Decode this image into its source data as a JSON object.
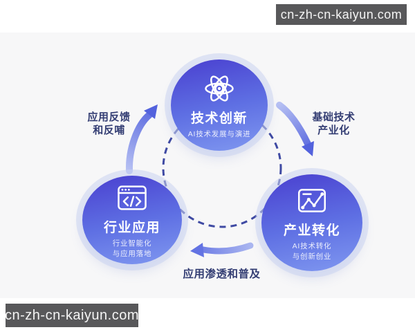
{
  "watermark": {
    "text": "cn-zh-cn-kaiyun.com"
  },
  "nodes": [
    {
      "title": "技术创新",
      "subtitle": "AI技术发展与演进",
      "icon": "atom-icon"
    },
    {
      "title": "行业应用",
      "subtitle_line1": "行业智能化",
      "subtitle_line2": "与应用落地",
      "icon": "browser-code-icon"
    },
    {
      "title": "产业转化",
      "subtitle_line1": "AI技术转化",
      "subtitle_line2": "与创新创业",
      "icon": "line-chart-icon"
    }
  ],
  "edges": [
    {
      "from": "行业应用",
      "to": "技术创新",
      "label_line1": "应用反馈",
      "label_line2": "和反哺"
    },
    {
      "from": "技术创新",
      "to": "产业转化",
      "label_line1": "基础技术",
      "label_line2": "产业化"
    },
    {
      "from": "产业转化",
      "to": "行业应用",
      "label": "应用渗透和普及"
    }
  ],
  "colors": {
    "node_gradient_top": "#4b43d1",
    "node_gradient_bottom": "#8098f0",
    "arrow_dark": "#5362dd",
    "arrow_light": "#b6c0f3",
    "dashed_ring": "#3f4aa3",
    "edge_label_text": "#333d73",
    "watermark_bg": "#58585a",
    "panel_bg": "#f7f7f8"
  }
}
